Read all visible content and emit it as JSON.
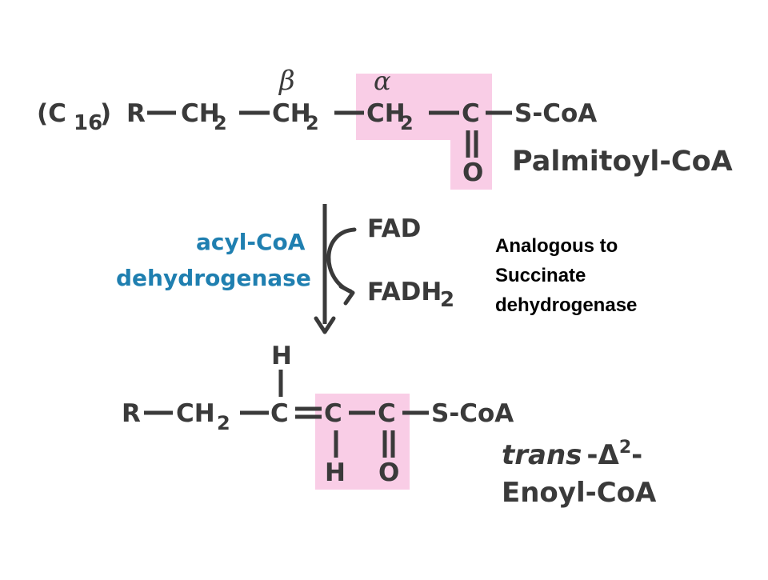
{
  "colors": {
    "highlight": "#f9cde6",
    "ink": "#3a3a3a",
    "enzyme": "#1f7fb0",
    "note": "#000000"
  },
  "substrate": {
    "chain_length": "(C",
    "chain_length_sub": "16",
    "chain_length_close": ")",
    "atoms": [
      "R",
      "CH",
      "CH",
      "CH",
      "C",
      "S-CoA"
    ],
    "h_subscripts": [
      "2",
      "2",
      "2"
    ],
    "carbonyl_oxygen": "O",
    "beta_label": "β",
    "alpha_label": "α",
    "name": "Palmitoyl-CoA"
  },
  "reaction": {
    "enzyme_line1": "acyl-CoA",
    "enzyme_line2": "dehydrogenase",
    "cofactor_in": "FAD",
    "cofactor_out": "FADH",
    "cofactor_out_sub": "2",
    "arrow_icon": "down-arrow-icon",
    "curved_arrow_icon": "curved-arrow-icon"
  },
  "note": {
    "line1": "Analogous to",
    "line2": "Succinate",
    "line3": "dehydrogenase"
  },
  "product": {
    "atoms": [
      "R",
      "CH",
      "C",
      "C",
      "C",
      "S-CoA"
    ],
    "h_subscript": "2",
    "top_h": "H",
    "bottom_h": "H",
    "carbonyl_oxygen": "O",
    "name_prefix": "trans",
    "name_dash": "-",
    "name_delta": "Δ",
    "name_sup": "2",
    "name_suffix": "-",
    "name_line2": "Enoyl-CoA"
  }
}
